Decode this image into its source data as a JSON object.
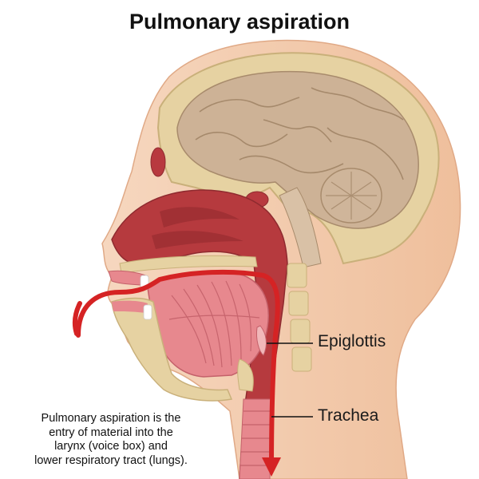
{
  "title": "Pulmonary aspiration",
  "labels": {
    "epiglottis": "Epiglottis",
    "trachea": "Trachea"
  },
  "caption_lines": [
    "Pulmonary aspiration is the",
    "entry of material into the",
    "larynx (voice box) and",
    "lower respiratory tract (lungs)."
  ],
  "colors": {
    "skin": "#f3cdb0",
    "brain": "#cdb296",
    "bone": "#e6d2a2",
    "tissue": "#b63a3e",
    "tongue": "#e7888e",
    "arrow": "#d52324"
  }
}
